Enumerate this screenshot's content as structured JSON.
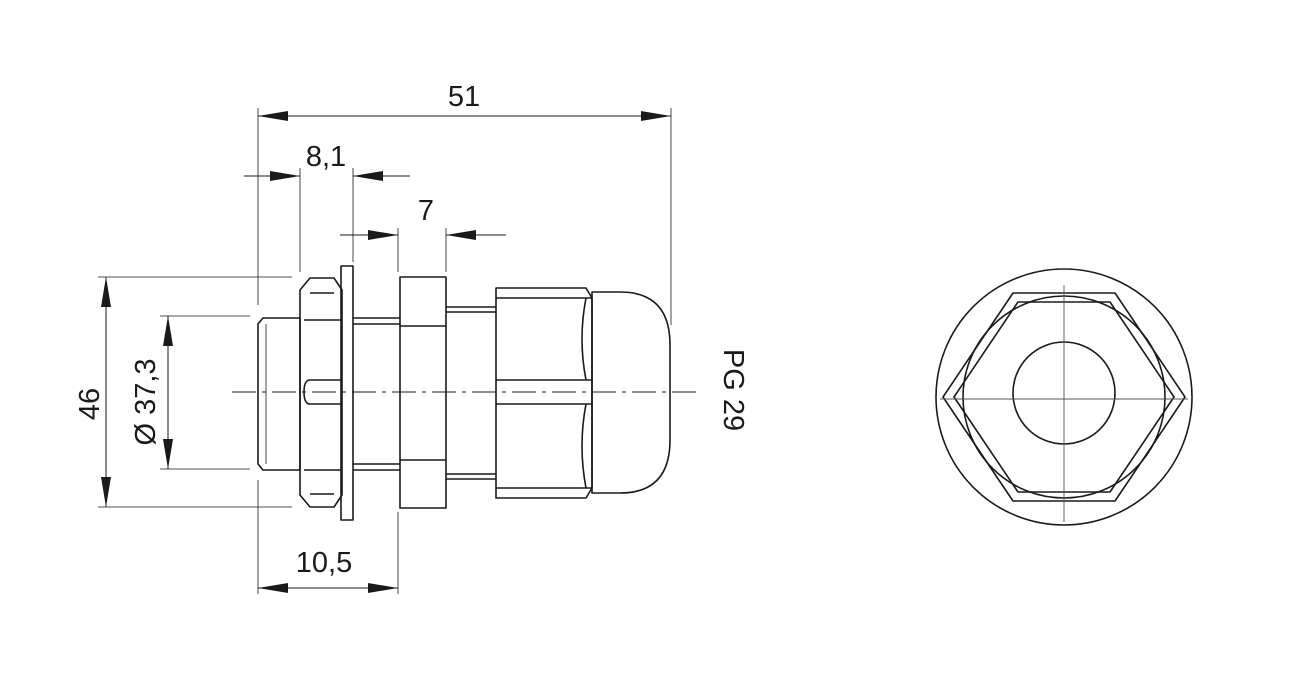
{
  "dimensions": {
    "overall_length": "51",
    "nut_width": "8,1",
    "hex_width": "7",
    "thread_length": "10,5",
    "height": "46",
    "thread_diameter": "Ø 37,3",
    "thread_type": "PG 29"
  },
  "colors": {
    "line": "#1a1a1a",
    "background": "#ffffff"
  }
}
